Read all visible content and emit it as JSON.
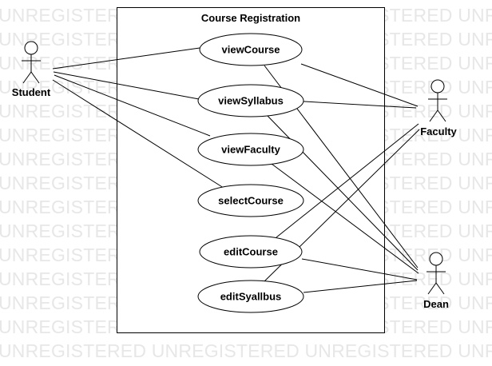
{
  "watermark": {
    "text": "UNREGISTERED UNREGISTERED UNREGISTERED UNREGISTERED",
    "color": "#e7e7e7"
  },
  "system": {
    "title": "Course Registration"
  },
  "use_cases": [
    {
      "key": "viewCourse",
      "label": "viewCourse"
    },
    {
      "key": "viewSyllabus",
      "label": "viewSyllabus"
    },
    {
      "key": "viewFaculty",
      "label": "viewFaculty"
    },
    {
      "key": "selectCourse",
      "label": "selectCourse"
    },
    {
      "key": "editCourse",
      "label": "editCourse"
    },
    {
      "key": "editSyallbus",
      "label": "editSyallbus"
    }
  ],
  "actors": [
    {
      "key": "student",
      "label": "Student"
    },
    {
      "key": "faculty",
      "label": "Faculty"
    },
    {
      "key": "dean",
      "label": "Dean"
    }
  ],
  "associations": [
    {
      "actor": "student",
      "use_case": "viewCourse"
    },
    {
      "actor": "student",
      "use_case": "viewSyllabus"
    },
    {
      "actor": "student",
      "use_case": "viewFaculty"
    },
    {
      "actor": "student",
      "use_case": "selectCourse"
    },
    {
      "actor": "faculty",
      "use_case": "viewCourse"
    },
    {
      "actor": "faculty",
      "use_case": "viewSyllabus"
    },
    {
      "actor": "faculty",
      "use_case": "editCourse"
    },
    {
      "actor": "faculty",
      "use_case": "editSyallbus"
    },
    {
      "actor": "dean",
      "use_case": "viewCourse"
    },
    {
      "actor": "dean",
      "use_case": "viewSyllabus"
    },
    {
      "actor": "dean",
      "use_case": "viewFaculty"
    },
    {
      "actor": "dean",
      "use_case": "editCourse"
    },
    {
      "actor": "dean",
      "use_case": "editSyallbus"
    }
  ]
}
